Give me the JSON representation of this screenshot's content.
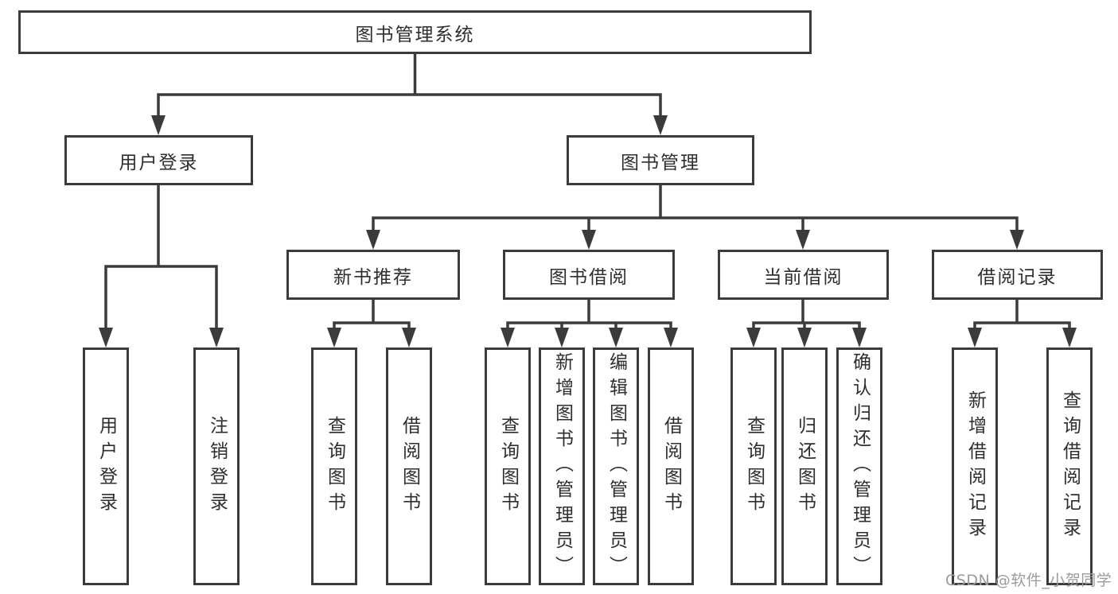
{
  "diagram": {
    "root": "图书管理系统",
    "branches": {
      "user_login": "用户登录",
      "book_mgmt": "图书管理"
    },
    "modules": {
      "new_books": "新书推荐",
      "book_borrow": "图书借阅",
      "current_borrow": "当前借阅",
      "borrow_records": "借阅记录"
    },
    "leaves": {
      "user_login": [
        "用户登录",
        "注销登录"
      ],
      "new_books": [
        "查询图书",
        "借阅图书"
      ],
      "book_borrow": [
        "查询图书",
        "新增图书（管理员）",
        "编辑图书（管理员）",
        "借阅图书"
      ],
      "current_borrow": [
        "查询图书",
        "归还图书",
        "确认归还（管理员）"
      ],
      "borrow_records": [
        "新增借阅记录",
        "查询借阅记录"
      ]
    }
  },
  "watermark": "CSDN @软件_小贺同学",
  "colors": {
    "line": "#3b3b3b",
    "text": "#2e2e2e",
    "box_fill": "#ffffff",
    "background": "#ffffff",
    "watermark": "#9b9b9b"
  }
}
